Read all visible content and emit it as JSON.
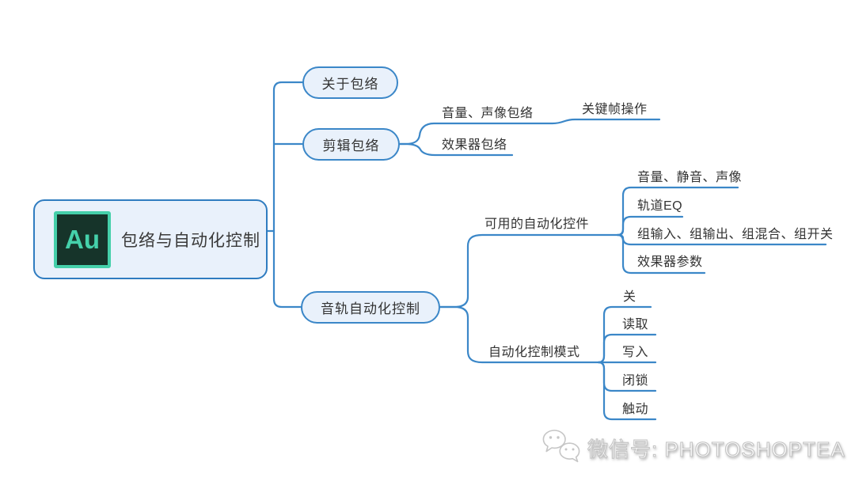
{
  "root": {
    "logo": "Au",
    "title": "包络与自动化控制"
  },
  "nodes": {
    "about": "关于包络",
    "clip": "剪辑包络",
    "track": "音轨自动化控制"
  },
  "clip_children": {
    "volume_pan": "音量、声像包络",
    "keyframe_ops": "关键帧操作",
    "effects": "效果器包络"
  },
  "track_children": {
    "available": {
      "label": "可用的自动化控件",
      "items": [
        "音量、静音、声像",
        "轨道EQ",
        "组输入、组输出、组混合、组开关",
        "效果器参数"
      ]
    },
    "modes": {
      "label": "自动化控制模式",
      "items": [
        "关",
        "读取",
        "写入",
        "闭锁",
        "触动"
      ]
    }
  },
  "watermark": {
    "icon": "wechat-icon",
    "text": "微信号: PHOTOSHOPTEA"
  },
  "colors": {
    "line": "#3b87c8",
    "node_border": "#2f7cc0",
    "node_fill": "#e9f1fb",
    "text_dark": "#3a3a3a",
    "logo_bg": "#16342a",
    "logo_accent": "#45d0aa",
    "watermark_gray": "#c4c4c4"
  }
}
